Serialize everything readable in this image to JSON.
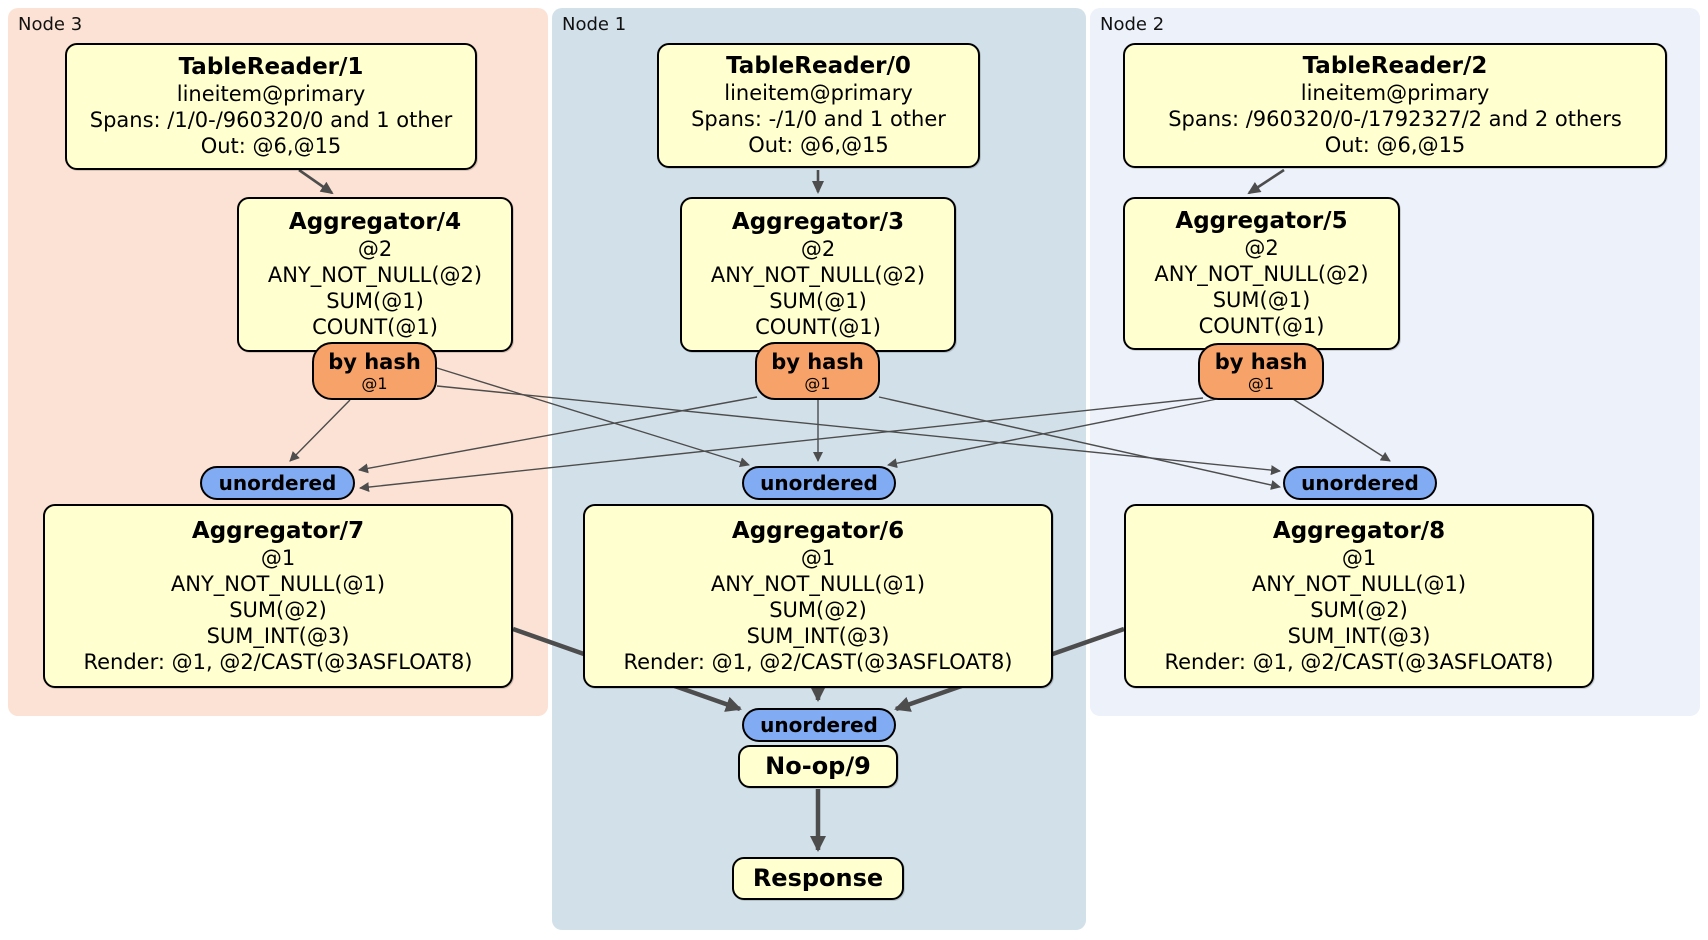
{
  "diagram": {
    "regions": [
      {
        "label": "Node 3"
      },
      {
        "label": "Node 1"
      },
      {
        "label": "Node 2"
      }
    ],
    "processors": {
      "tablereader1": {
        "title": "TableReader/1",
        "lines": [
          "lineitem@primary",
          "Spans: /1/0-/960320/0 and 1 other",
          "Out: @6,@15"
        ]
      },
      "tablereader0": {
        "title": "TableReader/0",
        "lines": [
          "lineitem@primary",
          "Spans: -/1/0 and 1 other",
          "Out: @6,@15"
        ]
      },
      "tablereader2": {
        "title": "TableReader/2",
        "lines": [
          "lineitem@primary",
          "Spans: /960320/0-/1792327/2 and 2 others",
          "Out: @6,@15"
        ]
      },
      "aggregator4": {
        "title": "Aggregator/4",
        "lines": [
          "@2",
          "ANY_NOT_NULL(@2)",
          "SUM(@1)",
          "COUNT(@1)"
        ]
      },
      "aggregator3": {
        "title": "Aggregator/3",
        "lines": [
          "@2",
          "ANY_NOT_NULL(@2)",
          "SUM(@1)",
          "COUNT(@1)"
        ]
      },
      "aggregator5": {
        "title": "Aggregator/5",
        "lines": [
          "@2",
          "ANY_NOT_NULL(@2)",
          "SUM(@1)",
          "COUNT(@1)"
        ]
      },
      "aggregator7": {
        "title": "Aggregator/7",
        "lines": [
          "@1",
          "ANY_NOT_NULL(@1)",
          "SUM(@2)",
          "SUM_INT(@3)",
          "Render: @1, @2/CAST(@3ASFLOAT8)"
        ]
      },
      "aggregator6": {
        "title": "Aggregator/6",
        "lines": [
          "@1",
          "ANY_NOT_NULL(@1)",
          "SUM(@2)",
          "SUM_INT(@3)",
          "Render: @1, @2/CAST(@3ASFLOAT8)"
        ]
      },
      "aggregator8": {
        "title": "Aggregator/8",
        "lines": [
          "@1",
          "ANY_NOT_NULL(@1)",
          "SUM(@2)",
          "SUM_INT(@3)",
          "Render: @1, @2/CAST(@3ASFLOAT8)"
        ]
      },
      "noop": {
        "title": "No-op/9"
      },
      "response": {
        "title": "Response"
      }
    },
    "router": {
      "label": "by hash",
      "sublabel": "@1"
    },
    "sync": {
      "label": "unordered"
    },
    "palette": {
      "node3_bg": "#fce2d4",
      "node1_bg": "#d2e0e9",
      "node2_bg": "#ecf1fa",
      "processor_bg": "#ffffcf",
      "router_bg": "#f7a268",
      "sync_bg": "#81abf2",
      "edge": "#4d4d4d",
      "border": "#000000"
    }
  }
}
